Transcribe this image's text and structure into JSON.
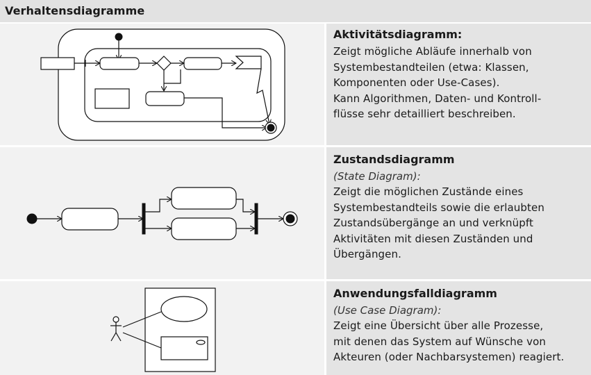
{
  "header": {
    "title": "Verhaltensdiagramme"
  },
  "rows": [
    {
      "title": "Aktivitätsdiagramm:",
      "subtitle": "",
      "body": "Zeigt mögliche Abläufe innerhalb von\nSystembestandteilen (etwa: Klassen,\nKomponenten oder Use-Cases).\nKann Algorithmen, Daten- und Kontroll-\nflüsse sehr detailliert beschreiben."
    },
    {
      "title": "Zustandsdiagramm",
      "subtitle": "(State Diagram):",
      "body": "Zeigt die möglichen Zustände eines\nSystembestandteils sowie die erlaubten\nZustandsübergänge an und verknüpft\nAktivitäten mit diesen Zuständen und\nÜbergängen."
    },
    {
      "title": "Anwendungsfalldiagramm",
      "subtitle": "(Use Case Diagram):",
      "body": "Zeigt eine Übersicht über alle Prozesse,\nmit denen das System auf Wünsche von\nAkteuren (oder Nachbarsystemen) reagiert."
    }
  ]
}
